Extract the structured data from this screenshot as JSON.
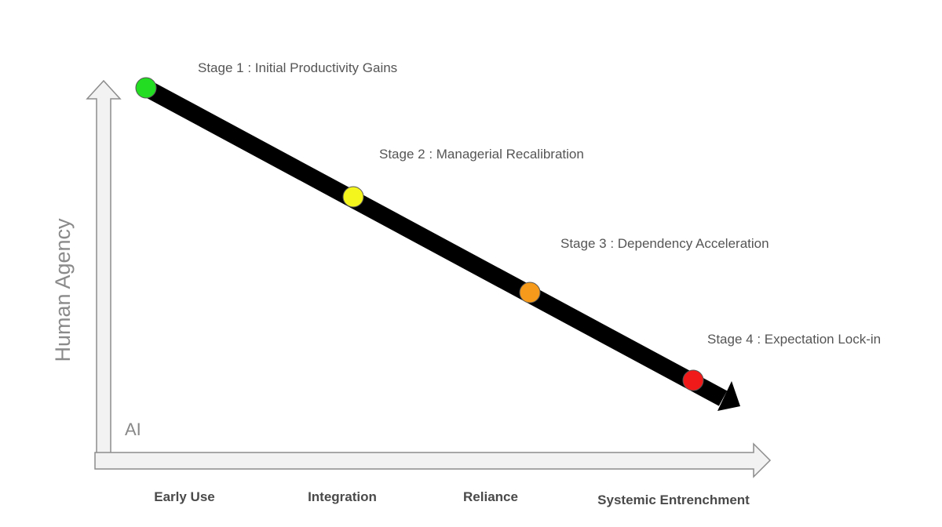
{
  "diagram": {
    "y_axis_label": "Human Agency",
    "origin_label": "AI",
    "x_axis_categories": [
      "Early Use",
      "Integration",
      "Reliance",
      "Systemic Entrenchment"
    ],
    "stages": [
      {
        "label": "Stage 1 : Initial Productivity Gains",
        "color": "#22dd22"
      },
      {
        "label": "Stage 2 : Managerial Recalibration",
        "color": "#f5f51e"
      },
      {
        "label": "Stage 3 : Dependency Acceleration",
        "color": "#f59a1a"
      },
      {
        "label": "Stage 4 : Expectation Lock-in",
        "color": "#f01a1a"
      }
    ],
    "colors": {
      "axis_fill": "#f2f2f2",
      "axis_stroke": "#8c8c8c",
      "trend_arrow": "#000000"
    }
  }
}
